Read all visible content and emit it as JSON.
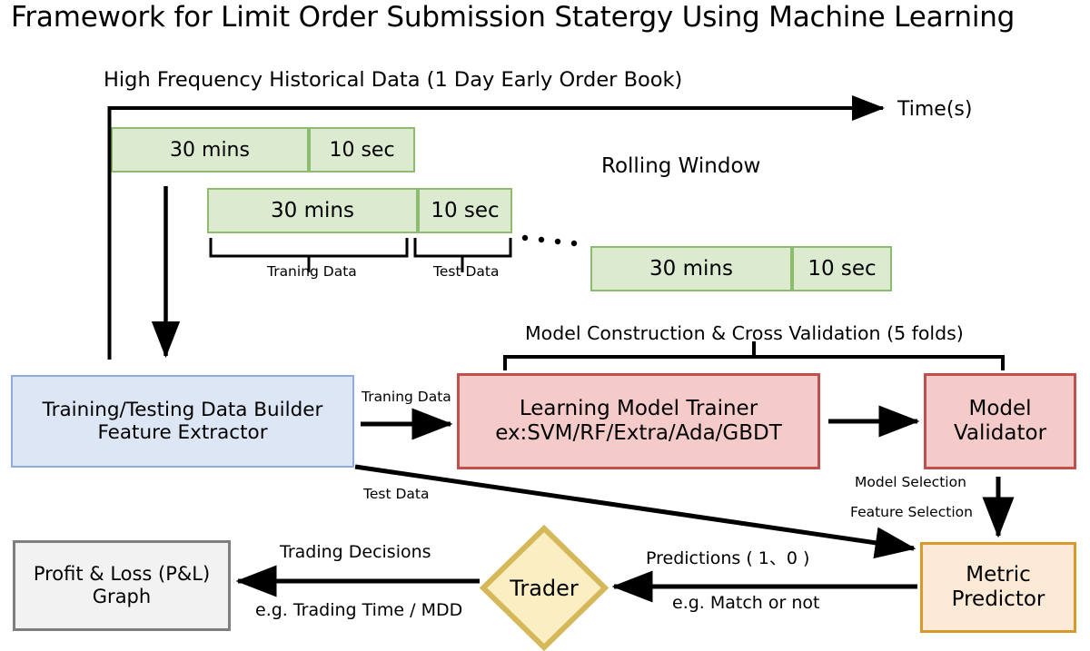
{
  "figure": {
    "title": "Framework for Limit Order Submission Statergy Using Machine Learning",
    "data_source_label": "High Frequency Historical Data (1 Day Early Order Book)",
    "time_axis_label": "Time(s)",
    "rolling_window_label": "Rolling Window",
    "ellipsis": "• • • •"
  },
  "windows": [
    {
      "train": "30 mins",
      "test": "10 sec"
    },
    {
      "train": "30 mins",
      "test": "10 sec"
    },
    {
      "train": "30 mins",
      "test": "10 sec"
    }
  ],
  "bracket_labels": {
    "training": "Traning Data",
    "test": "Test Data"
  },
  "nodes": {
    "data_builder": {
      "line1": "Training/Testing Data Builder",
      "line2": "Feature Extractor",
      "color": "#dce6f4",
      "border": "#8fabd9"
    },
    "model_trainer": {
      "line1": "Learning Model Trainer",
      "line2": "ex:SVM/RF/Extra/Ada/GBDT",
      "color": "#f5cbc9",
      "border": "#c0504d"
    },
    "model_validator": {
      "line1": "Model",
      "line2": "Validator",
      "color": "#f5cbc9",
      "border": "#c0504d"
    },
    "metric_predictor": {
      "line1": "Metric",
      "line2": "Predictor",
      "color": "#fce9d6",
      "border": "#d99a28"
    },
    "trader": {
      "label": "Trader",
      "color": "#faeec2",
      "border": "#d4b85a"
    },
    "pnl_graph": {
      "line1": "Profit & Loss (P&L)",
      "line2": "Graph",
      "color": "#f2f2f2",
      "border": "#7f7f7f"
    }
  },
  "edges": {
    "model_construction": "Model Construction & Cross Validation (5 folds)",
    "training_data": "Traning Data",
    "test_data": "Test Data",
    "model_selection": "Model Selection",
    "feature_selection": "Feature Selection",
    "predictions": "Predictions ( 1、0 )",
    "predictions_note": "e.g. Match or not",
    "trading_decisions": "Trading Decisions",
    "trading_decisions_note": "e.g. Trading Time / MDD"
  }
}
